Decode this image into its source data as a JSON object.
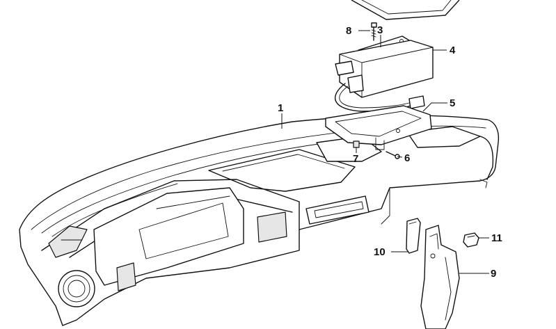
{
  "diagram": {
    "callouts": [
      {
        "id": "1",
        "label": "1"
      },
      {
        "id": "3",
        "label": "3"
      },
      {
        "id": "4",
        "label": "4"
      },
      {
        "id": "5",
        "label": "5"
      },
      {
        "id": "6",
        "label": "6"
      },
      {
        "id": "7",
        "label": "7"
      },
      {
        "id": "8",
        "label": "8"
      },
      {
        "id": "9",
        "label": "9"
      },
      {
        "id": "10",
        "label": "10"
      },
      {
        "id": "11",
        "label": "11"
      }
    ]
  }
}
